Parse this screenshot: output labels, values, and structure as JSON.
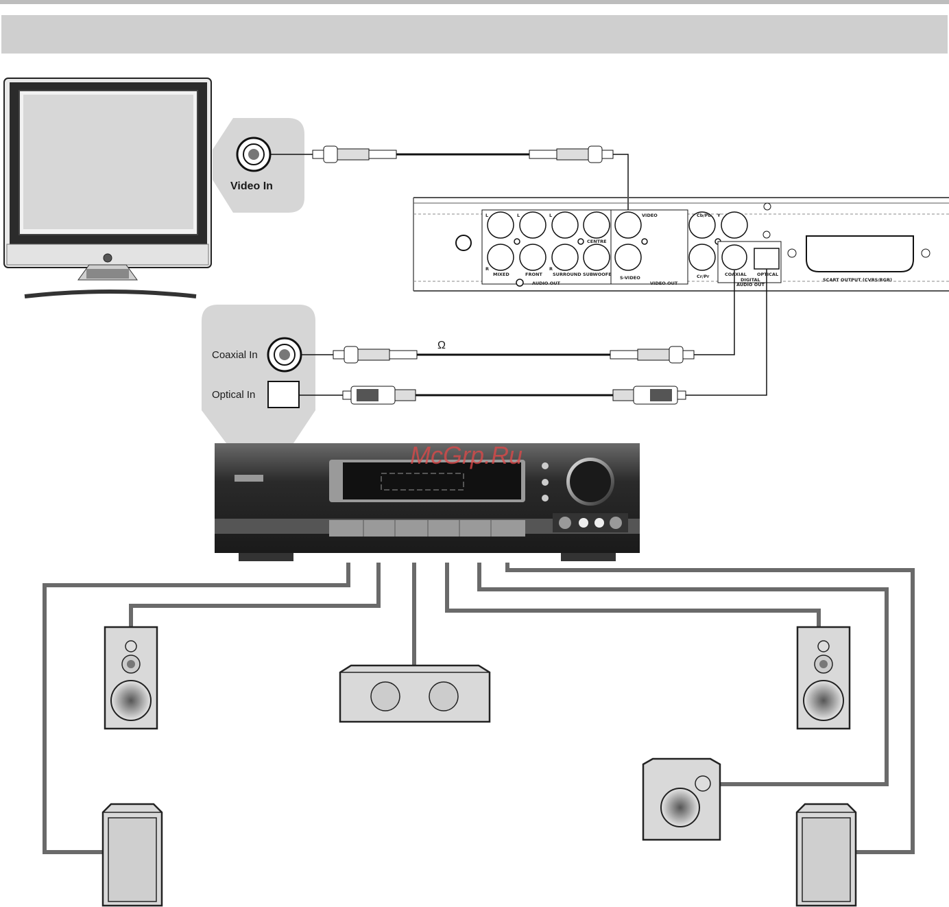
{
  "tv": {
    "video_in_label": "Video In"
  },
  "receiver_inputs": {
    "coaxial_label": "Coaxial In",
    "optical_label": "Optical In"
  },
  "cable": {
    "impedance_symbol": "Ω"
  },
  "watermark": "McGrp.Ru",
  "dvd_panel": {
    "channel_l": "L",
    "channel_r": "R",
    "centre": "CENTRE",
    "mixed": "MIXED",
    "front": "FRONT",
    "surround": "SURROUND",
    "subwoofer": "SUBWOOFER",
    "audio_out": "AUDIO OUT",
    "video": "VIDEO",
    "s_video": "S-VIDEO",
    "video_out": "VIDEO OUT",
    "cb_pb": "Cb/Pb",
    "y": "Y",
    "cr_pr": "Cr/Pr",
    "coaxial": "COAXIAL",
    "optical": "OPTICAL",
    "digital_audio_out_1": "DIGITAL",
    "digital_audio_out_2": "AUDIO OUT",
    "scart_output": "SCART OUTPUT (CVBS/RGB)"
  },
  "colors": {
    "header_band": "#cfcfcf",
    "callout": "#d6d6d6",
    "speaker_wire": "#666666",
    "receiver_body": "#2e2e2e"
  }
}
